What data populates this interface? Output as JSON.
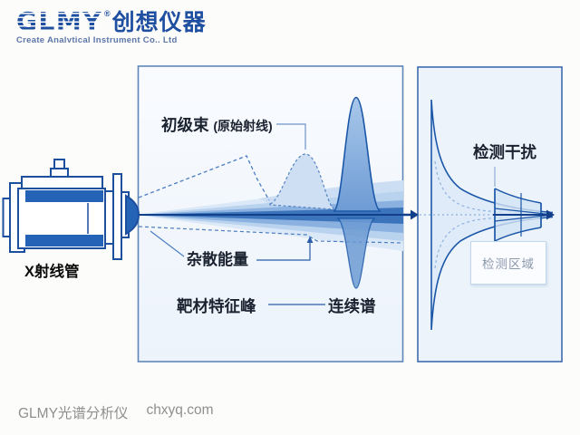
{
  "header": {
    "logo_text": "GLMY",
    "logo_registered": "®",
    "logo_cn": "创想仪器",
    "tagline": "Create Analytical Instrument Co., Ltd"
  },
  "diagram": {
    "source_label": "X射线管",
    "middle_panel": {
      "primary_beam": "初级束",
      "primary_beam_note": "(原始射线)",
      "stray_energy": "杂散能量",
      "target_peak": "靶材特征峰",
      "continuum": "连续谱"
    },
    "right_panel": {
      "interference": "检测干扰",
      "detection_region": "检测区域"
    },
    "colors": {
      "brand_blue": "#1e4fa1",
      "deep_blue": "#123f8a",
      "stroke_blue": "#1b57a8",
      "beam_core": "#3c74bc",
      "beam_mid": "#8ab1e0",
      "beam_light": "#b9d3ee",
      "beam_faint": "#dbe8f7",
      "panel_bg": "#eef4fb",
      "label_dark": "#1a2230",
      "muted_gray": "#8f8f8f"
    }
  },
  "footer": {
    "product": "GLMY光谱分析仪",
    "website": "chxyq.com"
  }
}
